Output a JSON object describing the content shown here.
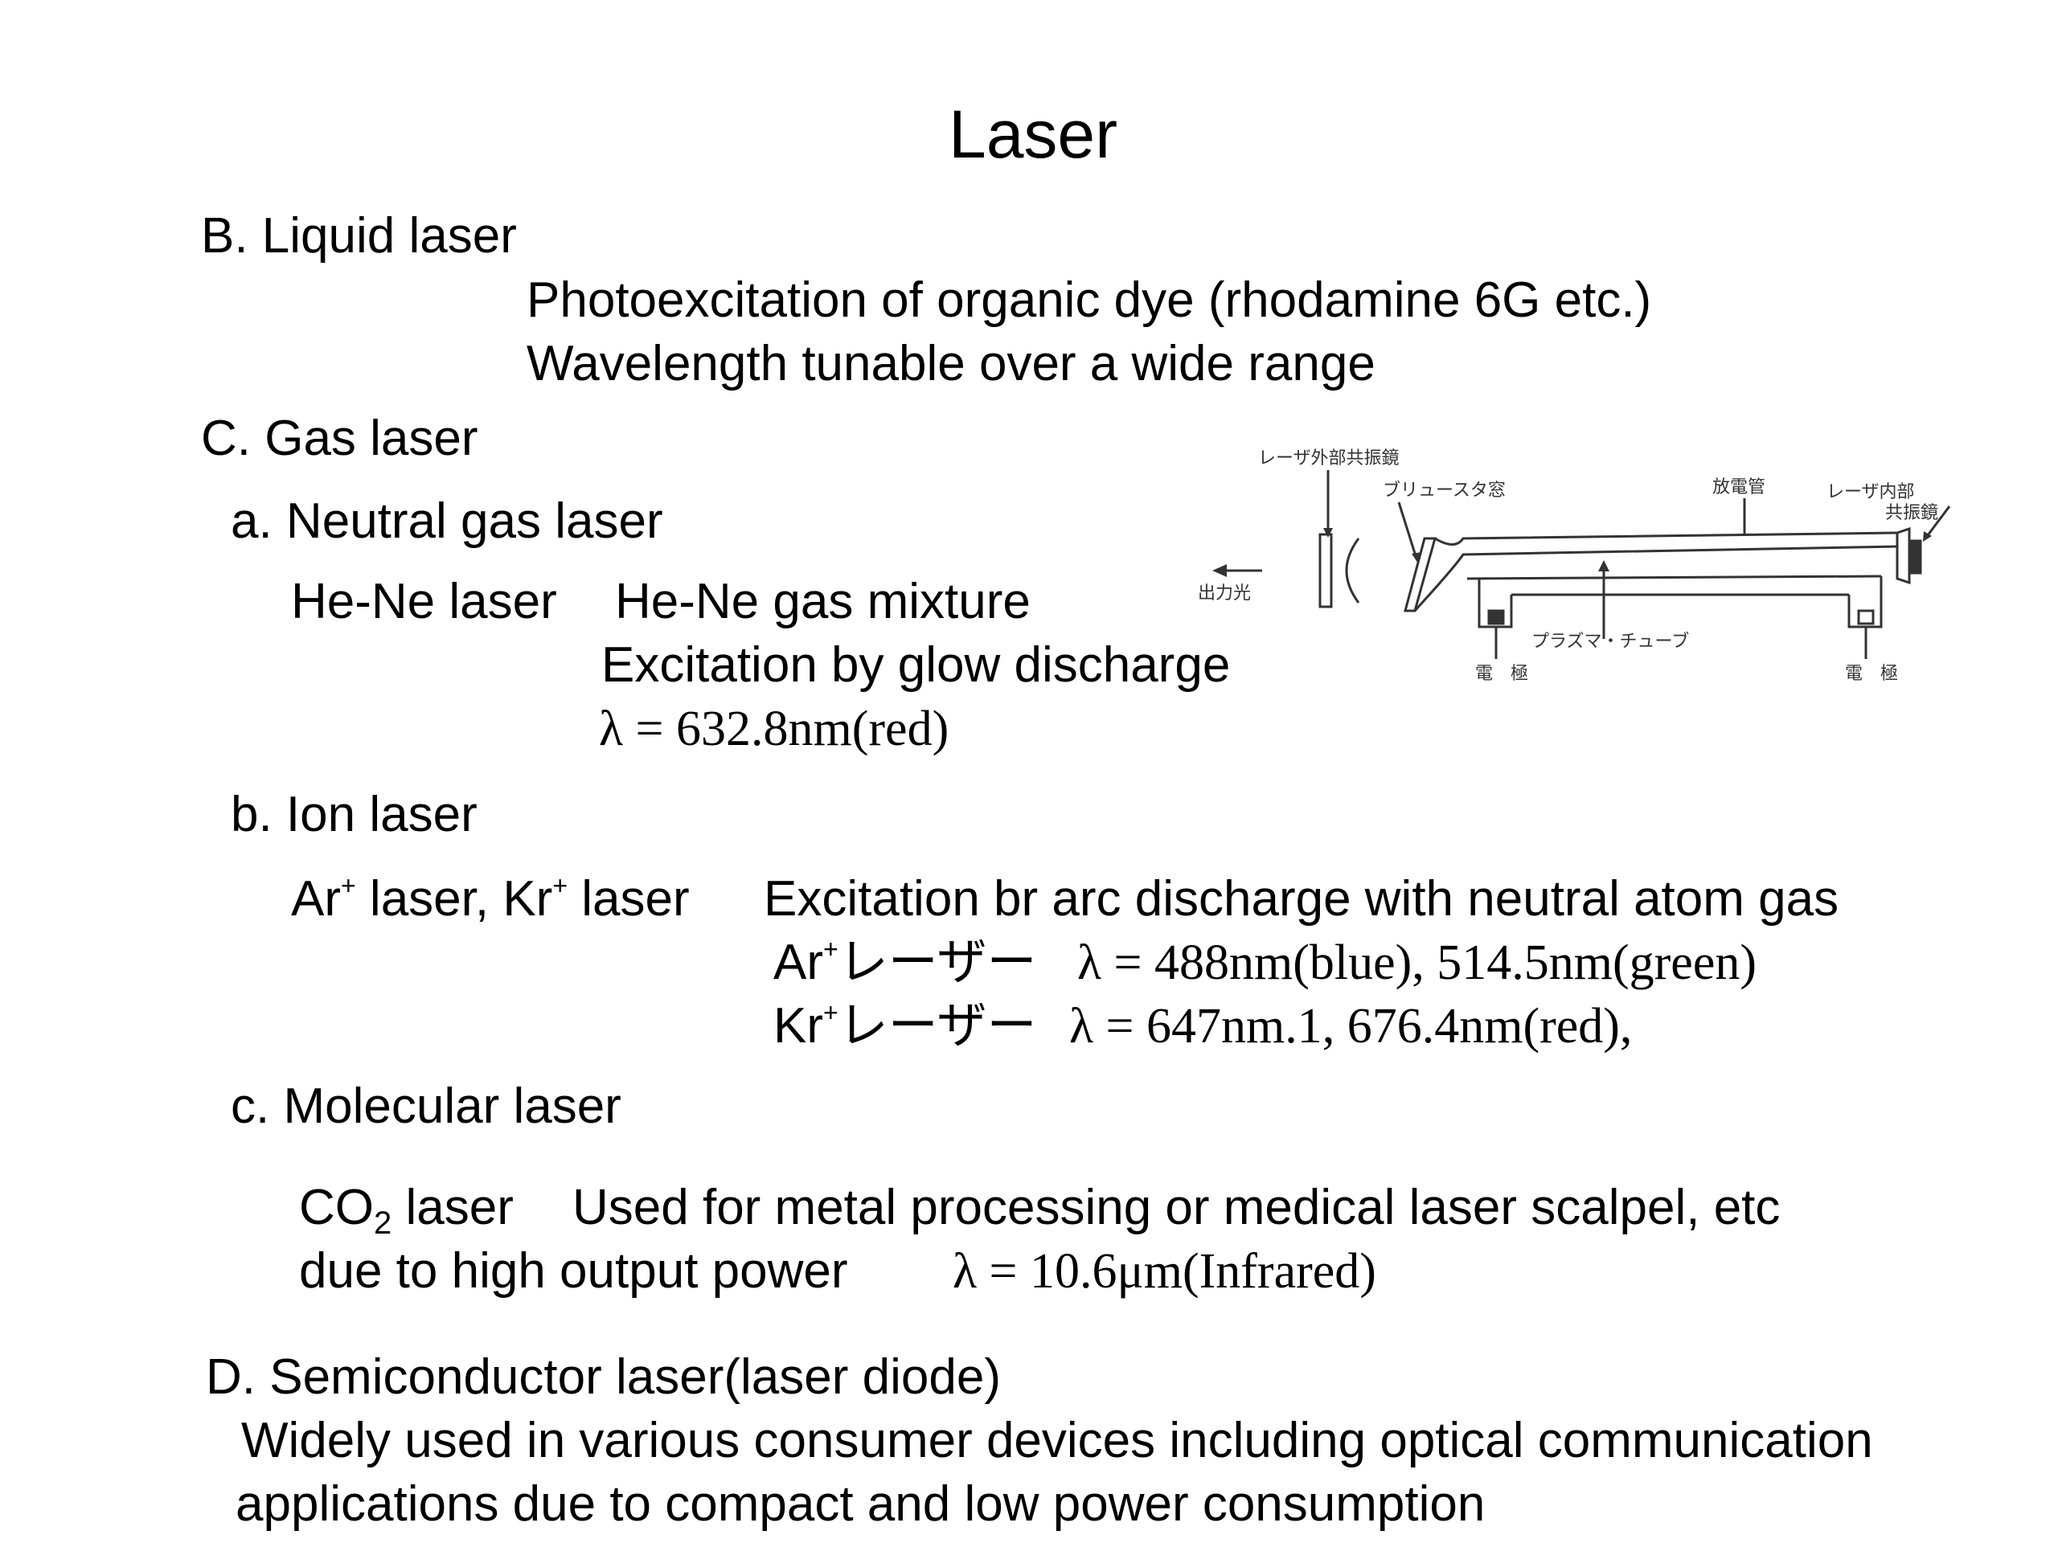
{
  "title": "Laser",
  "section_b": {
    "heading": "B. Liquid laser",
    "line1": "Photoexcitation of organic dye (rhodamine 6G etc.)",
    "line2": " Wavelength tunable over a wide range"
  },
  "section_c": {
    "heading": "C. Gas laser",
    "a": {
      "heading": "a. Neutral gas laser",
      "name": "He-Ne laser",
      "desc1": "He-Ne gas mixture",
      "desc2": "Excitation by glow discharge",
      "wavelength": "λ = 632.8nm(red)"
    },
    "b": {
      "heading": "b. Ion laser",
      "ar": "Ar",
      "plus": "+",
      "laser_sep": " laser, Kr",
      "laser_end": " laser",
      "desc": "Excitation br arc discharge with neutral atom gas",
      "ar_label": "Ar",
      "kr_label": "Kr",
      "reza": "レーザー",
      "ar_wavelength": "λ = 488nm(blue), 514.5nm(green)",
      "kr_wavelength": "λ = 647nm.1, 676.4nm(red),"
    },
    "c": {
      "heading": "c. Molecular laser",
      "co": "CO",
      "sub2": "2",
      "laser": " laser",
      "desc1": "Used for metal processing or medical laser scalpel, etc",
      "desc2": "due to high output power",
      "wavelength": "λ = 10.6μm(Infrared)"
    }
  },
  "section_d": {
    "heading": "D. Semiconductor laser(laser diode)",
    "line1": "Widely used in various consumer devices including optical communication",
    "line2": "applications due to compact and low power consumption"
  },
  "diagram": {
    "label_external_mirror": "レーザ外部共振鏡",
    "label_brewster_window": "ブリュースタ窓",
    "label_discharge_tube": "放電管",
    "label_internal_mirror_1": "レーザ内部",
    "label_internal_mirror_2": "共振鏡",
    "label_output_light": "出力光",
    "label_plasma_tube": "プラズマ・チューブ",
    "label_electrode_left": "電　極",
    "label_electrode_right": "電　極"
  }
}
